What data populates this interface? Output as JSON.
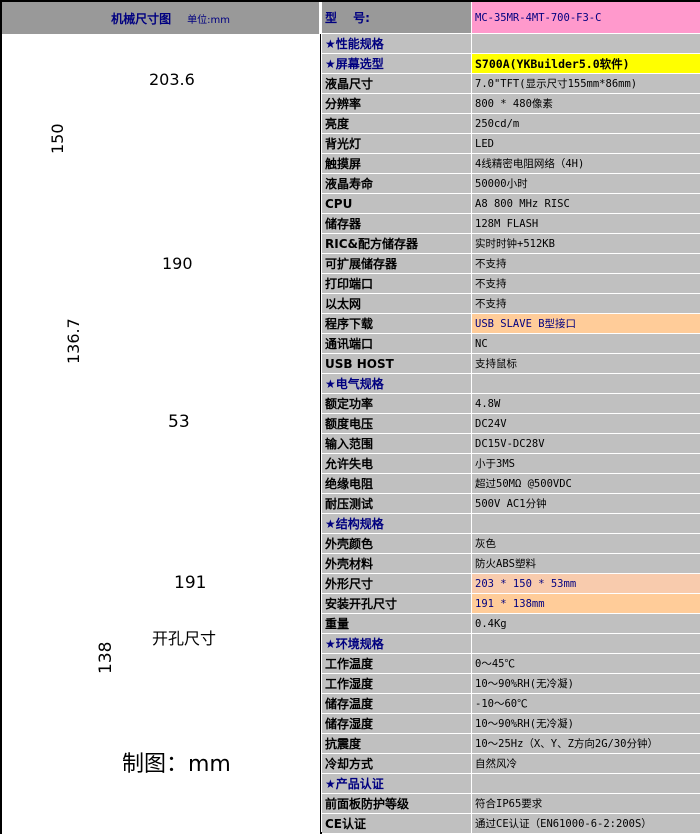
{
  "left_header": {
    "title": "机械尺寸图",
    "unit": "单位:mm"
  },
  "drawings": {
    "front": {
      "width_label": "203.6",
      "height_label": "150"
    },
    "back": {
      "width_label": "190",
      "height_label": "136.7"
    },
    "side": {
      "depth_label": "53"
    },
    "cutout": {
      "width_label": "191",
      "height_label": "138",
      "center_label": "开孔尺寸"
    },
    "caption": "制图：mm"
  },
  "model": {
    "label": "型　 号:",
    "value": "MC-35MR-4MT-700-F3-C"
  },
  "rows": [
    {
      "label": "★性能规格",
      "value": "",
      "type": "section"
    },
    {
      "label": "★屏幕选型",
      "value": "S700A(YKBuilder5.0软件)",
      "type": "section",
      "highlight": "yellow"
    },
    {
      "label": "液晶尺寸",
      "value": "7.0\"TFT(显示尺寸155mm*86mm)"
    },
    {
      "label": "分辨率",
      "value": "800 * 480像素"
    },
    {
      "label": "亮度",
      "value": "250cd/m"
    },
    {
      "label": "背光灯",
      "value": "LED"
    },
    {
      "label": "触摸屏",
      "value": "4线精密电阻网络（4H)"
    },
    {
      "label": "液晶寿命",
      "value": "50000小时"
    },
    {
      "label": "CPU",
      "value": "A8 800 MHz RISC"
    },
    {
      "label": "储存器",
      "value": "128M FLASH"
    },
    {
      "label": "RIC&配方储存器",
      "value": "实时时钟+512KB"
    },
    {
      "label": "可扩展储存器",
      "value": "不支持"
    },
    {
      "label": "打印端口",
      "value": "不支持"
    },
    {
      "label": "以太网",
      "value": "不支持"
    },
    {
      "label": "程序下载",
      "value": "USB SLAVE B型接口",
      "highlight": "peach"
    },
    {
      "label": "通讯端口",
      "value": "NC"
    },
    {
      "label": "USB HOST",
      "value": "支持鼠标"
    },
    {
      "label": "★电气规格",
      "value": "",
      "type": "section"
    },
    {
      "label": "额定功率",
      "value": "4.8W"
    },
    {
      "label": "额度电压",
      "value": "DC24V"
    },
    {
      "label": "输入范围",
      "value": "DC15V-DC28V"
    },
    {
      "label": "允许失电",
      "value": "小于3MS"
    },
    {
      "label": "绝缘电阻",
      "value": "超过50MΩ @500VDC"
    },
    {
      "label": "耐压测试",
      "value": "500V AC1分钟"
    },
    {
      "label": "★结构规格",
      "value": "",
      "type": "section"
    },
    {
      "label": "外壳颜色",
      "value": "灰色"
    },
    {
      "label": "外壳材料",
      "value": "防火ABS塑料"
    },
    {
      "label": "外形尺寸",
      "value": "203 * 150 * 53mm",
      "highlight": "peach2"
    },
    {
      "label": "安装开孔尺寸",
      "value": "191 * 138mm",
      "highlight": "peach"
    },
    {
      "label": "重量",
      "value": "0.4Kg"
    },
    {
      "label": "★环境规格",
      "value": "",
      "type": "section"
    },
    {
      "label": "工作温度",
      "value": "0～45℃"
    },
    {
      "label": "工作湿度",
      "value": "10～90%RH(无冷凝)"
    },
    {
      "label": "储存温度",
      "value": "-10～60℃"
    },
    {
      "label": "储存湿度",
      "value": "10～90%RH(无冷凝)"
    },
    {
      "label": "抗震度",
      "value": "10～25Hz（X、Y、Z方向2G/30分钟）"
    },
    {
      "label": "冷却方式",
      "value": "自然风冷"
    },
    {
      "label": "★产品认证",
      "value": "",
      "type": "section"
    },
    {
      "label": "前面板防护等级",
      "value": "符合IP65要求"
    },
    {
      "label": "CE认证",
      "value": "通过CE认证（EN61000-6-2:200S）"
    }
  ]
}
